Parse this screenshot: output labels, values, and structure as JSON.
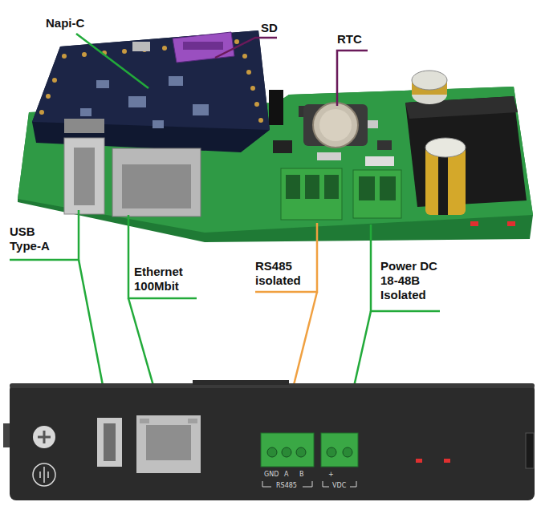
{
  "diagram": {
    "labels": [
      "Napi-C",
      "SD",
      "RTC",
      "USB Type-A",
      "Ethernet 100Mbit",
      "RS485 isolated",
      "Power DC 18-48B Isolated",
      "GND",
      "A",
      "B",
      "RS485",
      "+",
      "VDC"
    ]
  }
}
